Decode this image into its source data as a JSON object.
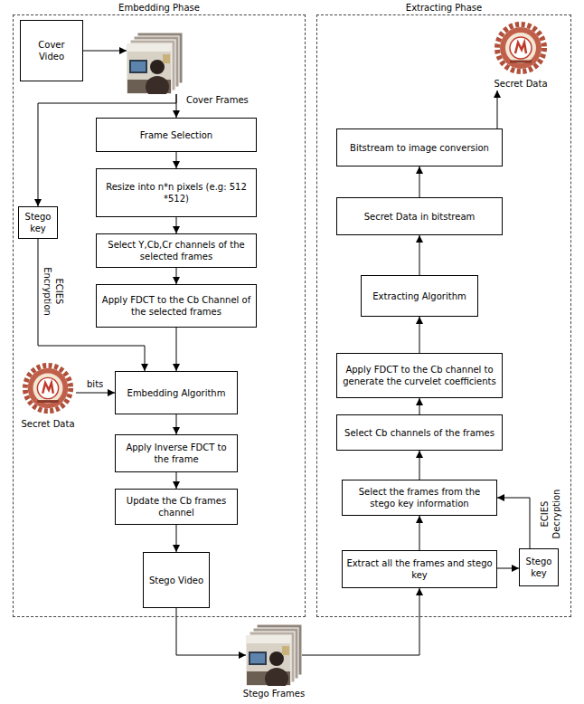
{
  "diagram": {
    "nodes": [
      {
        "text": [
          "Embedding Phase"
        ]
      },
      {
        "text": [
          "Cover Video"
        ],
        "in": 0
      },
      {
        "text": [
          "Cover Frames"
        ],
        "in": 0
      },
      {
        "text": [
          "Frame Selection"
        ],
        "in": 0
      },
      {
        "text": [
          "Resize into n*n pixels (e.g: 512 *512)"
        ],
        "in": 0
      },
      {
        "text": [
          "Select Y,Cb,Cr channels of the selected frames"
        ],
        "in": 0
      },
      {
        "text": [
          "Apply FDCT to the Cb Channel of the selected frames"
        ],
        "in": 0
      },
      {
        "text": [
          "Stego key"
        ],
        "in": 0
      },
      {
        "text": [
          "Secret Data"
        ],
        "in": 0
      },
      {
        "text": [
          "Embedding Algorithm"
        ],
        "in": 0
      },
      {
        "text": [
          "Apply Inverse FDCT to the frame"
        ],
        "in": 0
      },
      {
        "text": [
          "Update the Cb frames channel"
        ],
        "in": 0
      },
      {
        "text": [
          "Stego Video"
        ],
        "in": 0
      },
      {
        "text": [
          "Extracting Phase"
        ]
      },
      {
        "text": [
          "Secret Data"
        ],
        "in": 13
      },
      {
        "text": [
          "Bitstream to image conversion"
        ],
        "in": 13
      },
      {
        "text": [
          "Secret Data in bitstream"
        ],
        "in": 13
      },
      {
        "text": [
          "Extracting Algorithm"
        ],
        "in": 13
      },
      {
        "text": [
          "Apply FDCT to the Cb channel to generate the curvelet coefficients"
        ],
        "in": 13
      },
      {
        "text": [
          "Select Cb channels of the frames"
        ],
        "in": 13
      },
      {
        "text": [
          "Select the frames from the stego key information"
        ],
        "in": 13
      },
      {
        "text": [
          "Extract all the frames and stego key"
        ],
        "in": 13
      },
      {
        "text": [
          "Stego key"
        ],
        "in": 13
      },
      {
        "text": [
          "Stego Frames"
        ]
      }
    ],
    "edges": [
      {
        "from": 1,
        "to": 2,
        "arrow": "to"
      },
      {
        "from": 2,
        "to": 3,
        "arrow": "to"
      },
      {
        "from": 2,
        "to": 7,
        "arrow": "to"
      },
      {
        "from": 3,
        "to": 4,
        "arrow": "to"
      },
      {
        "from": 4,
        "to": 5,
        "arrow": "to"
      },
      {
        "from": 5,
        "to": 6,
        "arrow": "to"
      },
      {
        "from": 6,
        "to": 9,
        "arrow": "to"
      },
      {
        "from": 7,
        "to": 9,
        "label": "ECIES Encryption",
        "arrow": "to"
      },
      {
        "from": 8,
        "to": 9,
        "label": "bits",
        "arrow": "to"
      },
      {
        "from": 9,
        "to": 10,
        "arrow": "to"
      },
      {
        "from": 10,
        "to": 11,
        "arrow": "to"
      },
      {
        "from": 11,
        "to": 12,
        "arrow": "to"
      },
      {
        "from": 12,
        "to": 23,
        "arrow": "to"
      },
      {
        "from": 23,
        "to": 21,
        "arrow": "to"
      },
      {
        "from": 21,
        "to": 22,
        "arrow": "to"
      },
      {
        "from": 22,
        "to": 20,
        "label": "ECIES Decryption",
        "arrow": "to"
      },
      {
        "from": 21,
        "to": 20,
        "arrow": "to"
      },
      {
        "from": 20,
        "to": 19,
        "arrow": "to"
      },
      {
        "from": 19,
        "to": 18,
        "arrow": "to"
      },
      {
        "from": 18,
        "to": 17,
        "arrow": "to"
      },
      {
        "from": 17,
        "to": 16,
        "arrow": "to"
      },
      {
        "from": 16,
        "to": 15,
        "arrow": "to"
      },
      {
        "from": 15,
        "to": 14,
        "arrow": "to"
      }
    ]
  }
}
